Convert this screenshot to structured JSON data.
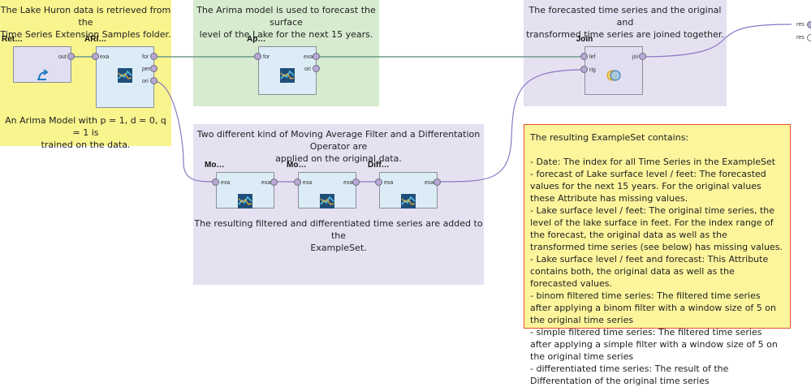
{
  "notes": {
    "yellow_top": [
      "The Lake Huron data is retrieved from the",
      "Time Series Extension Samples folder."
    ],
    "yellow_bottom": [
      "An Arima Model with p = 1, d = 0, q = 1 is",
      "trained on the data."
    ],
    "green": [
      "The Arima model is used to forecast the surface",
      "level of the Lake for the next 15 years."
    ],
    "purple_top": [
      "The forecasted time series and the original and",
      "transformed time series are joined together."
    ],
    "purple_mid_top": [
      "Two different kind of Moving Average Filter and a Differentation Operator are",
      "applied on the original data."
    ],
    "purple_mid_bottom": [
      "The resulting filtered and differentiated time series are added to the",
      "ExampleSet."
    ],
    "orange": [
      "The resulting ExampleSet contains:",
      "",
      "- Date: The index for all Time Series in the ExampleSet",
      "- forecast of Lake surface level / feet: The forecasted values for the next 15 years. For the original values these Attribute has missing values.",
      "- Lake surface level / feet: The original time series, the level of the lake surface in feet. For the index range of the forecast, the original data as well as the transformed time series (see below) has missing values.",
      "- Lake surface level / feet and forecast: This Attribute contains both, the original data as well as the forecasted values.",
      "- binom filtered time series: The filtered time series after applying a binom filter with a window size of 5 on the original time series",
      "- simple filtered time series: The filtered time series after applying a simple filter with a window size of 5 on the original time series",
      "- differentiated time series: The result of the Differentation of the original time series"
    ]
  },
  "operators": {
    "retrieve": {
      "title": "Retrieve Lake Huron",
      "out": "out",
      "icon": "retrieve-arrow-icon"
    },
    "arima": {
      "title": "ARIMA Trainer",
      "in": "exa",
      "out1": "for",
      "out2": "per",
      "out3": "ori",
      "icon": "time-series-icon"
    },
    "forecast": {
      "title": "Apply Forecast",
      "in": "for",
      "out1": "exa",
      "out2": "ori",
      "icon": "time-series-icon"
    },
    "join": {
      "title": "Join",
      "in1": "lef",
      "in2": "rig",
      "out": "joi",
      "icon": "join-venn-icon"
    },
    "maf1": {
      "title": "Moving Average Filter",
      "in": "exa",
      "out": "exa",
      "icon": "time-series-icon"
    },
    "maf2": {
      "title": "Moving Average Filte...",
      "in": "exa",
      "out": "exa",
      "icon": "time-series-icon"
    },
    "diff": {
      "title": "Differentiation",
      "in": "exa",
      "out": "exa",
      "icon": "time-series-icon"
    }
  },
  "results": {
    "res1": "res",
    "res2": "res"
  },
  "colors": {
    "port": "#b9a7d6",
    "wire": "#6e9a8a",
    "wire_purple": "#8a78c4"
  }
}
